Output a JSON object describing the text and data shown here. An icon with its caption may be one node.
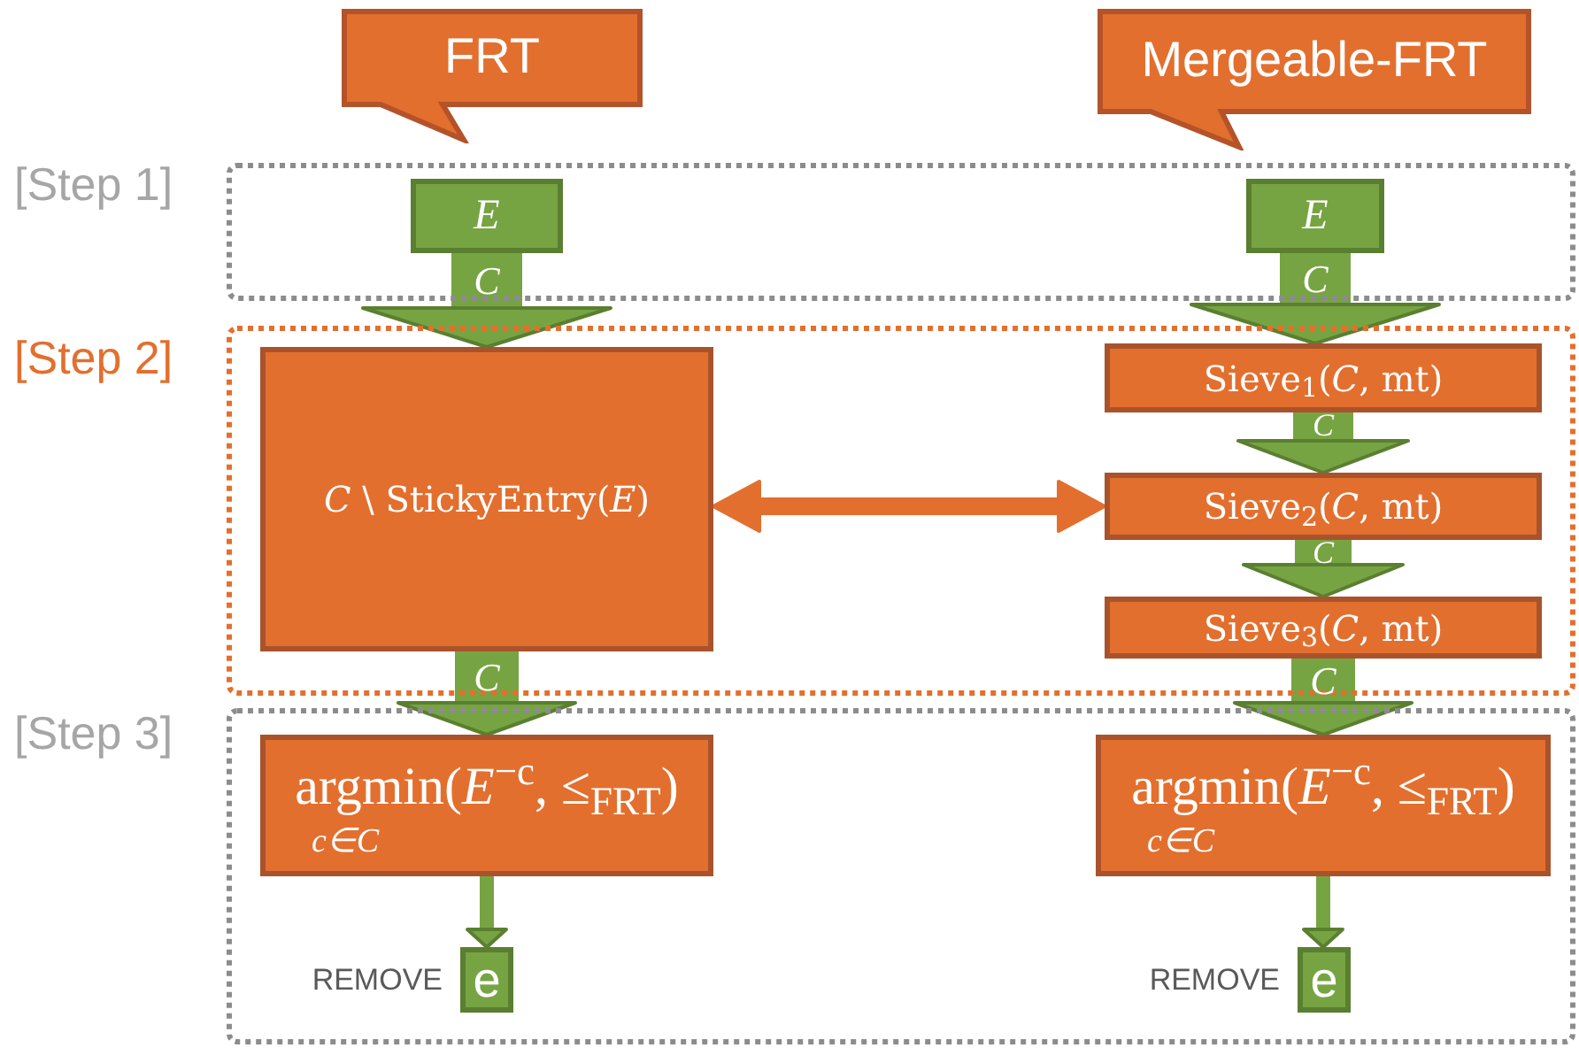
{
  "diagram": {
    "nodes": [
      {
        "text": [
          "FRT"
        ]
      },
      {
        "text": [
          "Mergeable-FRT"
        ]
      },
      {
        "text": [
          "[Step 1]"
        ]
      },
      {
        "text": [
          "E"
        ],
        "in": 2
      },
      {
        "text": [
          "E"
        ],
        "in": 2
      },
      {
        "text": [
          "[Step 2]"
        ]
      },
      {
        "text": [
          "*C* \\ StickyEntry(*E*)"
        ],
        "in": 5
      },
      {
        "text": [
          "Sieve$_{1}$(*C*, mt)"
        ],
        "in": 5
      },
      {
        "text": [
          "Sieve$_{2}$(*C*, mt)"
        ],
        "in": 5
      },
      {
        "text": [
          "Sieve$_{3}$(*C*, mt)"
        ],
        "in": 5
      },
      {
        "text": [
          "[Step 3]"
        ]
      },
      {
        "text": [
          "argmin(*E*$^{−c}$, ≤$_{FRT}$)",
          "c∈C"
        ],
        "in": 10
      },
      {
        "text": [
          "argmin(*E*$^{−c}$, ≤$_{FRT}$)",
          "c∈C"
        ],
        "in": 10
      },
      {
        "text": [
          "e"
        ],
        "in": 10,
        "beside": [
          "REMOVE"
        ]
      },
      {
        "text": [
          "e"
        ],
        "in": 10,
        "beside": [
          "REMOVE"
        ]
      }
    ],
    "edges": [
      {
        "from": 3,
        "to": 6,
        "arrow": "to",
        "label": "C"
      },
      {
        "from": 4,
        "to": 7,
        "arrow": "to",
        "label": "C"
      },
      {
        "from": 7,
        "to": 8,
        "arrow": "to",
        "label": "C"
      },
      {
        "from": 8,
        "to": 9,
        "arrow": "to",
        "label": "C"
      },
      {
        "from": 6,
        "to": 8,
        "arrow": "both",
        "color": "#e36f2e"
      },
      {
        "from": 6,
        "to": 11,
        "arrow": "to",
        "label": "C"
      },
      {
        "from": 9,
        "to": 12,
        "arrow": "to",
        "label": "C"
      },
      {
        "from": 11,
        "to": 13,
        "arrow": "to"
      },
      {
        "from": 12,
        "to": 14,
        "arrow": "to"
      }
    ]
  }
}
